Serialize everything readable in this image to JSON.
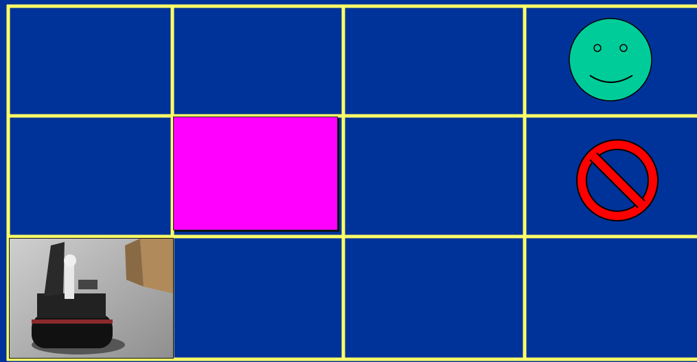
{
  "grid": {
    "rows": 3,
    "cols": 4,
    "background_color": "#003399",
    "line_color": "#FFFF66"
  },
  "cells": {
    "goal": {
      "row": 1,
      "col": 4,
      "icon": "smiley-face-icon",
      "color": "#00CC99"
    },
    "forbidden": {
      "row": 2,
      "col": 4,
      "icon": "no-entry-icon",
      "color": "#FF0000"
    },
    "obstacle": {
      "row": 2,
      "col": 2,
      "color": "#FF00FF"
    },
    "robot": {
      "row": 3,
      "col": 1,
      "icon": "robot-photo"
    }
  }
}
